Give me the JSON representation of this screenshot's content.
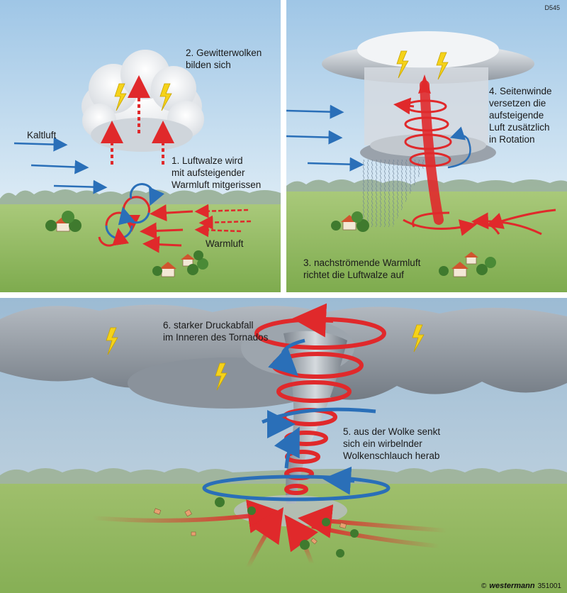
{
  "panels": {
    "top_left": {
      "step2": "2. Gewitterwolken\nbilden sich",
      "kaltluft": "Kaltluft",
      "step1": "1. Luftwalze wird\nmit aufsteigender\nWarmluft mitgerissen",
      "warmluft": "Warmluft"
    },
    "top_right": {
      "code": "D545",
      "step4": "4. Seitenwinde\nversetzen die\naufsteigende\nLuft zusätzlich\nin Rotation",
      "step3": "3. nachströmende Warmluft\nrichtet die Luftwalze auf"
    },
    "bottom": {
      "step6": "6. starker Druckabfall\nim Inneren des Tornados",
      "step5": "5. aus der Wolke senkt\nsich ein wirbelnder\nWolkenschlauch herab"
    }
  },
  "credit": {
    "symbol": "©",
    "brand": "westermann",
    "number": "351001"
  },
  "colors": {
    "sky_top": "#c8dff0",
    "grass": "#8fb860",
    "warm_red": "#e0292b",
    "cold_blue": "#2a6fb8",
    "lightning": "#f5d21a",
    "cloud_dark": "#7f8790"
  },
  "icons": [
    "lightning-icon",
    "house-icon",
    "tree-icon",
    "arrow-icon"
  ]
}
